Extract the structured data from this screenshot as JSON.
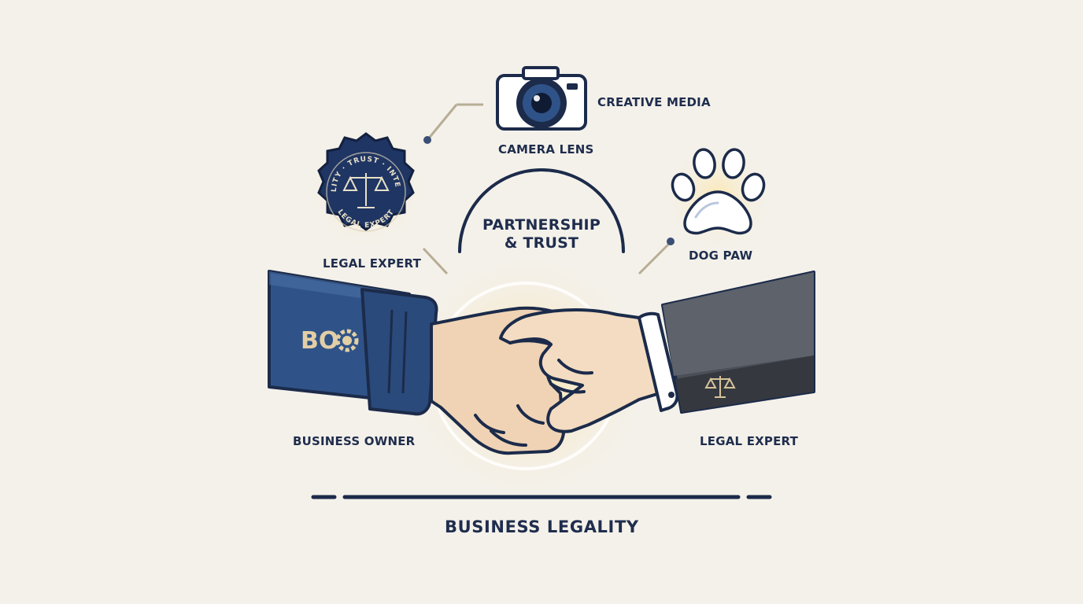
{
  "labels": {
    "creative_media": "CREATIVE MEDIA",
    "camera_lens": "CAMERA LENS",
    "legal_expert_seal": "LEGAL EXPERT",
    "dog_paw": "DOG PAW",
    "partnership_line1": "PARTNERSHIP",
    "partnership_line2": "& TRUST",
    "business_owner": "BUSINESS OWNER",
    "legal_expert_right": "LEGAL EXPERT",
    "business_legality": "BUSINESS LEGALITY"
  },
  "seal_text": {
    "top": "LEGALITY · TRUST · INTEGRITY",
    "bottom": "LEGAL EXPERT"
  },
  "cuff_logo": "BO",
  "colors": {
    "background": "#f4f1ea",
    "navy": "#1c2b4a",
    "sleeve_blue": "#2f5388",
    "sleeve_gray": "#4a4f58",
    "skin": "#efd3b4",
    "glow": "#f6d890",
    "connector": "#b7ad95"
  },
  "icons": [
    "camera-icon",
    "legal-seal-icon",
    "dog-paw-icon",
    "handshake-icon",
    "scales-icon",
    "gear-icon"
  ]
}
